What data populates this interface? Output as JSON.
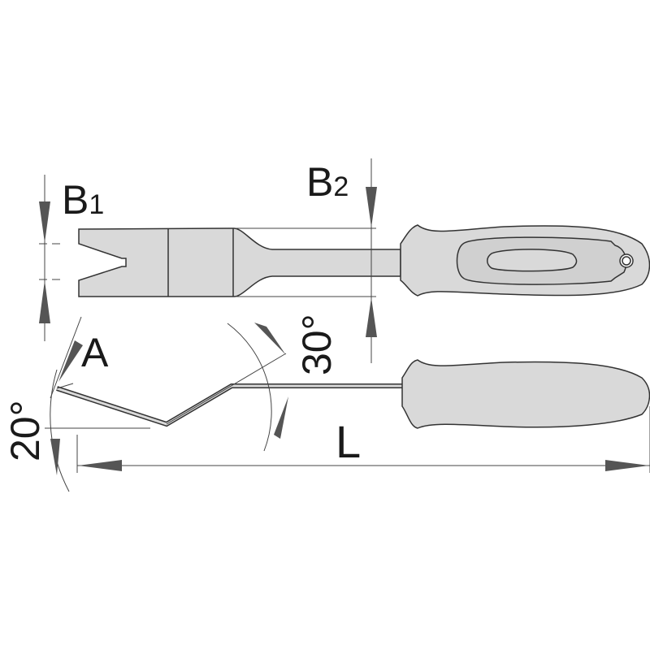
{
  "labels": {
    "b1": "B",
    "b1_sub": "1",
    "b2": "B",
    "b2_sub": "2",
    "a": "A",
    "l": "L",
    "angle_30": "30°",
    "angle_20": "20°"
  },
  "colors": {
    "fill": "#d9d9d9",
    "stroke": "#333333",
    "arrow": "#555555"
  }
}
